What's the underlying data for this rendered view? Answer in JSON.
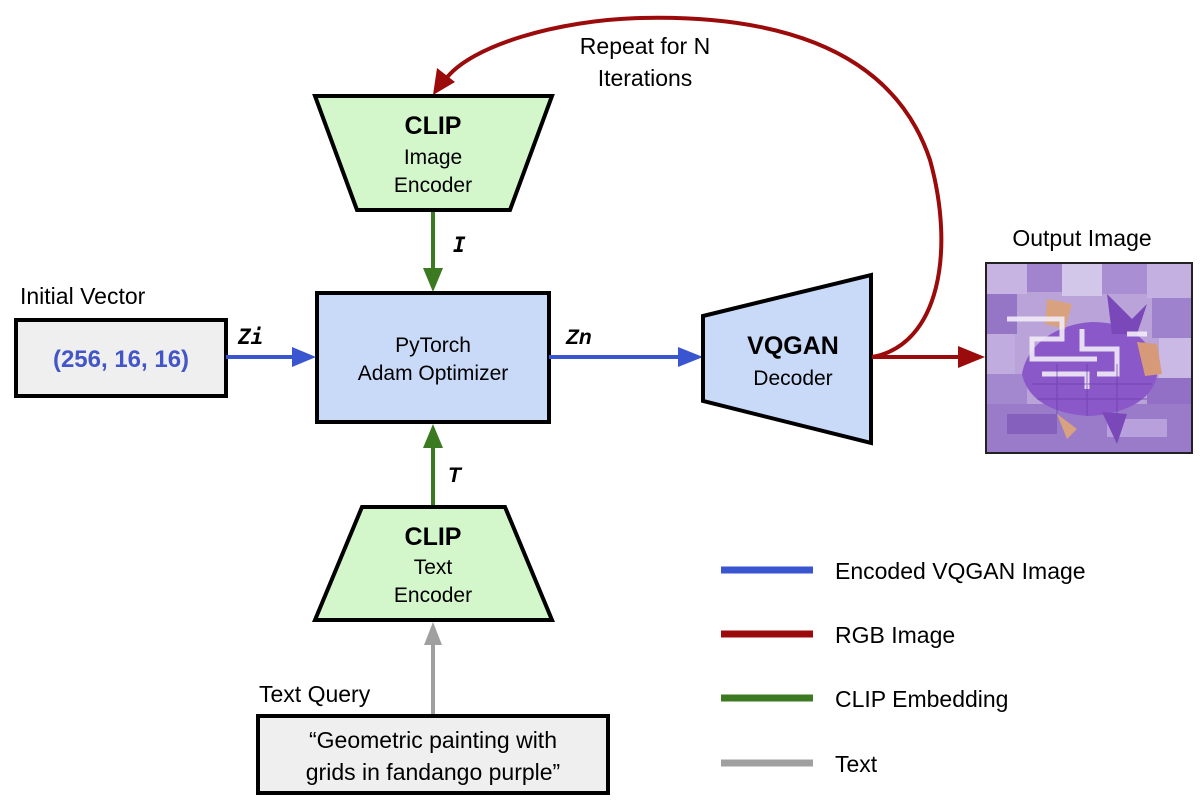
{
  "colors": {
    "encoded": "#3a55d0",
    "rgb": "#9b0b0b",
    "clip": "#3c7a22",
    "text": "#a0a0a0",
    "green_fill": "#d4f6cb",
    "blue_fill": "#c9daf8",
    "gray_fill": "#efefef",
    "vector_text": "#4356c8"
  },
  "loop": {
    "label_line1": "Repeat for N",
    "label_line2": "Iterations"
  },
  "clip_image_encoder": {
    "title": "CLIP",
    "line1": "Image",
    "line2": "Encoder"
  },
  "clip_text_encoder": {
    "title": "CLIP",
    "line1": "Text",
    "line2": "Encoder"
  },
  "optimizer": {
    "line1": "PyTorch",
    "line2": "Adam Optimizer"
  },
  "vqgan": {
    "title": "VQGAN",
    "subtitle": "Decoder"
  },
  "initial_vector": {
    "caption": "Initial Vector",
    "value": "(256, 16, 16)"
  },
  "text_query": {
    "caption": "Text Query",
    "line1": "“Geometric painting with",
    "line2": "grids in fandango purple”"
  },
  "output": {
    "caption": "Output Image"
  },
  "edge_labels": {
    "image_embedding": "I",
    "text_embedding": "T",
    "initial_latent": "Zi",
    "latent_n": "Zn"
  },
  "legend": [
    {
      "label": "Encoded VQGAN Image",
      "color": "#3a55d0"
    },
    {
      "label": "RGB Image",
      "color": "#9b0b0b"
    },
    {
      "label": "CLIP Embedding",
      "color": "#3c7a22"
    },
    {
      "label": "Text",
      "color": "#a0a0a0"
    }
  ]
}
